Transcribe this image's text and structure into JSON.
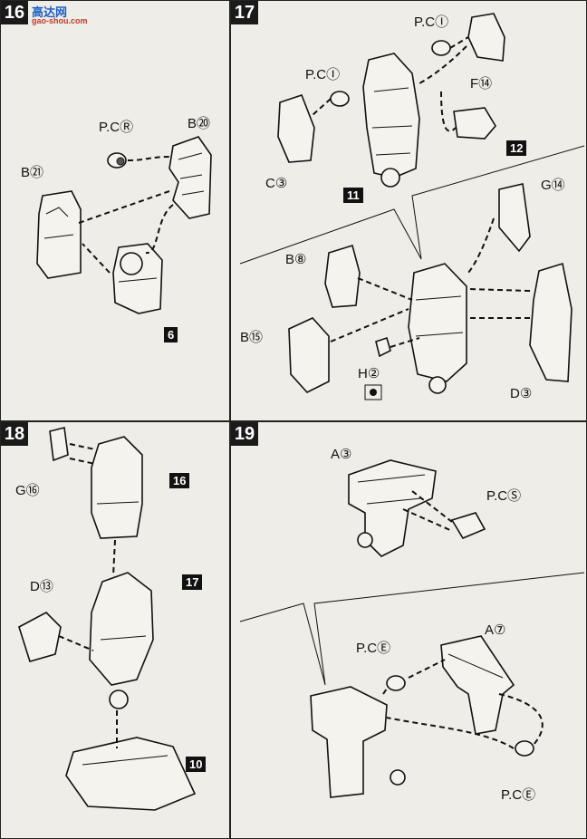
{
  "watermark": {
    "brand": "高达网",
    "url": "gao-shou.com"
  },
  "panels": {
    "p16": {
      "step": "16",
      "labels": {
        "pc": "P.CⓇ",
        "b20": "B⑳",
        "b28": "B㉑",
        "box": "6"
      }
    },
    "p17": {
      "step": "17",
      "labels": {
        "pc_top": "P.CⒾ",
        "pc_left": "P.CⒾ",
        "f14": "F⑭",
        "box12": "12",
        "c3": "C③",
        "box11": "11",
        "g14": "G⑭",
        "b8": "B⑧",
        "b15": "B⑮",
        "h2": "H②",
        "d3": "D③"
      }
    },
    "p18": {
      "step": "18",
      "labels": {
        "g16": "G⑯",
        "box16": "16",
        "box17": "17",
        "d13": "D⑬",
        "box10": "10"
      }
    },
    "p19": {
      "step": "19",
      "labels": {
        "a3": "A③",
        "pcs": "P.CⓈ",
        "a7": "A⑦",
        "pce_left": "P.CⒺ",
        "pce_bottom": "P.CⒺ"
      }
    }
  }
}
